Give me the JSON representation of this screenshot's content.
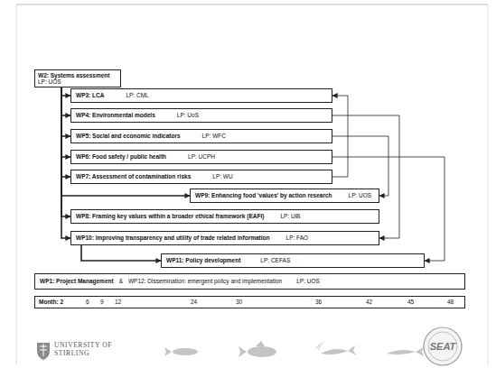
{
  "diagram": {
    "nodes": [
      {
        "text": [
          "W2: Systems assessment",
          "LP: UOS"
        ]
      },
      {
        "text": [
          "WP3: LCA",
          "LP: CML"
        ]
      },
      {
        "text": [
          "WP4: Environmental models",
          "LP: UoS"
        ]
      },
      {
        "text": [
          "WP5: Social and economic indicators",
          "LP: WFC"
        ]
      },
      {
        "text": [
          "WP6: Food safety / public health",
          "LP: UCPH"
        ]
      },
      {
        "text": [
          "WP7: Assessment of contamination risks",
          "LP: WU"
        ]
      },
      {
        "text": [
          "WP9: Enhancing food 'values' by action research",
          "LP: UOS"
        ]
      },
      {
        "text": [
          "WP8: Framing key values within a broader ethical framework (EAFI)",
          "LP: UiB"
        ]
      },
      {
        "text": [
          "WP10: Improving transparency and utility of trade related information",
          "LP: FAO"
        ]
      },
      {
        "text": [
          "WP11: Policy development",
          "LP: CEFAS"
        ]
      },
      {
        "text": [
          "WP1: Project Management",
          "&",
          "WP12: Dissemination: emergent policy and implementation",
          "LP: UOS"
        ]
      },
      {
        "text": [
          "Month: 2",
          "6",
          "9",
          "12",
          "24",
          "30",
          "36",
          "42",
          "45",
          "48"
        ]
      },
      {
        "text": [
          "SEAT"
        ]
      }
    ],
    "edges": [
      {
        "from": 0,
        "to": 1,
        "arrow": "to"
      },
      {
        "from": 0,
        "to": 2,
        "arrow": "to"
      },
      {
        "from": 0,
        "to": 3,
        "arrow": "to"
      },
      {
        "from": 0,
        "to": 4,
        "arrow": "to"
      },
      {
        "from": 0,
        "to": 5,
        "arrow": "to"
      },
      {
        "from": 0,
        "to": 6,
        "arrow": "to"
      },
      {
        "from": 0,
        "to": 7,
        "arrow": "to"
      },
      {
        "from": 0,
        "to": 8,
        "arrow": "to"
      },
      {
        "from": 8,
        "to": 9,
        "arrow": "to"
      },
      {
        "from": 5,
        "to": 1,
        "arrow": "to"
      },
      {
        "from": 2,
        "to": 8,
        "arrow": "to"
      },
      {
        "from": 3,
        "to": 6,
        "arrow": "to"
      },
      {
        "from": 4,
        "to": 9,
        "arrow": "to"
      }
    ],
    "labels": [
      "UNIVERSITY OF STIRLING"
    ]
  }
}
